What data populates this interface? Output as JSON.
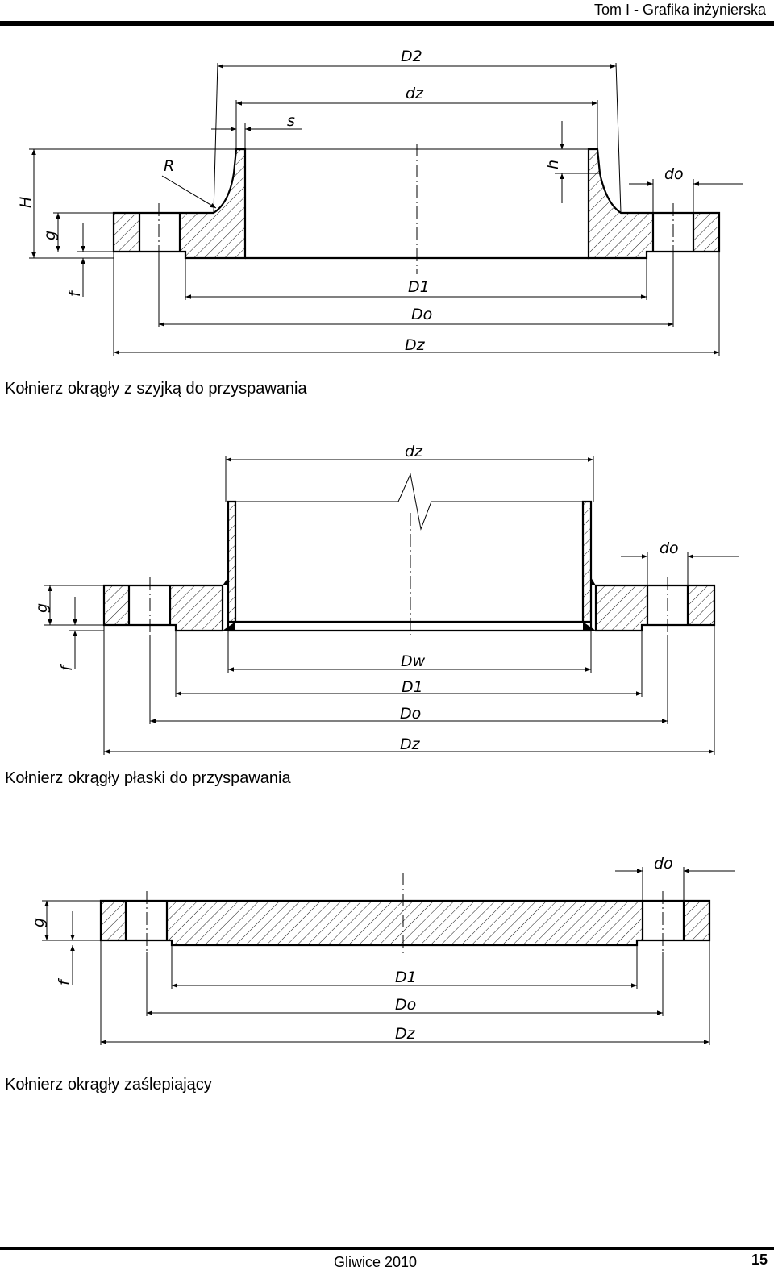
{
  "header": {
    "title": "Tom I - Grafika inżynierska"
  },
  "footer": {
    "place": "Gliwice  2010",
    "page_number": "15"
  },
  "figures": [
    {
      "caption": "Kołnierz okrągły z szyjką do przyspawania",
      "labels": {
        "D2": "D2",
        "dz": "dz",
        "s": "s",
        "R": "R",
        "h": "h",
        "do": "do",
        "H": "H",
        "g": "g",
        "f": "f",
        "D1": "D1",
        "Do": "Do",
        "Dz": "Dz"
      }
    },
    {
      "caption": "Kołnierz okrągły płaski do przyspawania",
      "labels": {
        "dz": "dz",
        "do": "do",
        "g": "g",
        "f": "f",
        "Dw": "Dw",
        "D1": "D1",
        "Do": "Do",
        "Dz": "Dz"
      }
    },
    {
      "caption": "Kołnierz okrągły zaślepiający",
      "labels": {
        "do": "do",
        "g": "g",
        "f": "f",
        "D1": "D1",
        "Do": "Do",
        "Dz": "Dz"
      }
    }
  ]
}
